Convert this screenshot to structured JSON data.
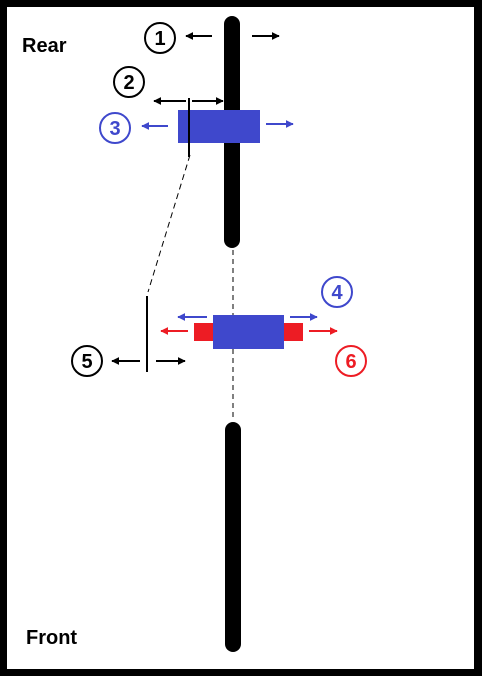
{
  "labels": {
    "rear": "Rear",
    "front": "Front"
  },
  "markers": {
    "m1": "1",
    "m2": "2",
    "m3": "3",
    "m4": "4",
    "m5": "5",
    "m6": "6"
  },
  "colors": {
    "black": "#000000",
    "blue": "#3f48cc",
    "red": "#ed1c24",
    "background": "#ffffff",
    "border": "#000000"
  }
}
